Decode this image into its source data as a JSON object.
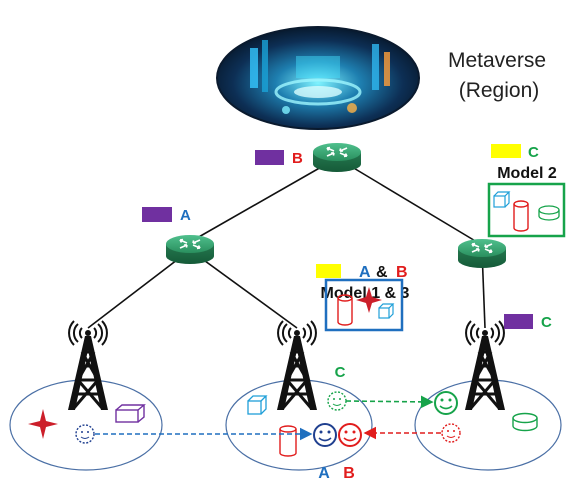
{
  "metaverse": {
    "line1": "Metaverse",
    "line2": "(Region)"
  },
  "labels": {
    "top_router_service": "B",
    "left_router_service": "A",
    "right_router_service": "C",
    "right_tower_service": "C",
    "model2_title": "Model 2",
    "model13_service_a": "A",
    "model13_amp": "&",
    "model13_service_b": "B",
    "model13_title": "Model 1 & 3",
    "middle_tower_service": "C",
    "user_a": "A",
    "user_b": "B"
  },
  "colors": {
    "service_a": "#1f6fbf",
    "service_b": "#e11d1d",
    "service_c": "#16a34a",
    "tag_purple": "#7030a0",
    "tag_yellow": "#ffff00",
    "router_green": "#2e8b57",
    "model13_box": "#1f6fbf",
    "model2_box": "#16a34a",
    "cell_outline": "#4a6fa5"
  },
  "icons": [
    "router-icon",
    "tower-icon",
    "cylinder-icon",
    "cube-icon",
    "disk-icon",
    "star-icon",
    "smiley-icon",
    "metaverse-image"
  ]
}
